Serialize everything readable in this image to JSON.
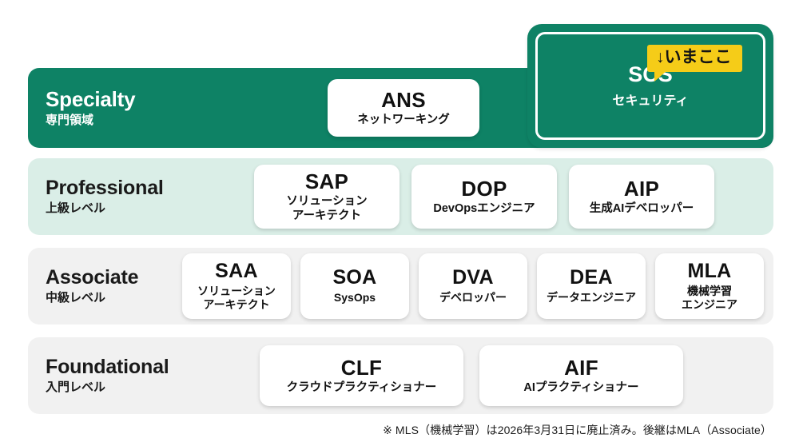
{
  "badge": {
    "label": "↓いまここ",
    "color": "#f5cc18"
  },
  "colors": {
    "specialty_green": "#0e8265",
    "professional_mint": "#daeee7",
    "row_grey": "#f1f1f1",
    "card_white": "#ffffff",
    "text_dark": "#111111"
  },
  "rows": {
    "specialty": {
      "en": "Specialty",
      "ja": "専門領域",
      "cards": [
        {
          "code": "ANS",
          "name": "ネットワーキング"
        },
        {
          "code": "SCS",
          "name": "セキュリティ"
        }
      ]
    },
    "professional": {
      "en": "Professional",
      "ja": "上級レベル",
      "cards": [
        {
          "code": "SAP",
          "name": "ソリューション\nアーキテクト"
        },
        {
          "code": "DOP",
          "name": "DevOpsエンジニア"
        },
        {
          "code": "AIP",
          "name": "生成AIデベロッパー"
        }
      ]
    },
    "associate": {
      "en": "Associate",
      "ja": "中級レベル",
      "cards": [
        {
          "code": "SAA",
          "name": "ソリューション\nアーキテクト"
        },
        {
          "code": "SOA",
          "name": "SysOps"
        },
        {
          "code": "DVA",
          "name": "デベロッパー"
        },
        {
          "code": "DEA",
          "name": "データエンジニア"
        },
        {
          "code": "MLA",
          "name": "機械学習\nエンジニア"
        }
      ]
    },
    "foundational": {
      "en": "Foundational",
      "ja": "入門レベル",
      "cards": [
        {
          "code": "CLF",
          "name": "クラウドプラクティショナー"
        },
        {
          "code": "AIF",
          "name": "AIプラクティショナー"
        }
      ]
    }
  },
  "footnote": "※ MLS（機械学習）は2026年3月31日に廃止済み。後継はMLA（Associate）"
}
